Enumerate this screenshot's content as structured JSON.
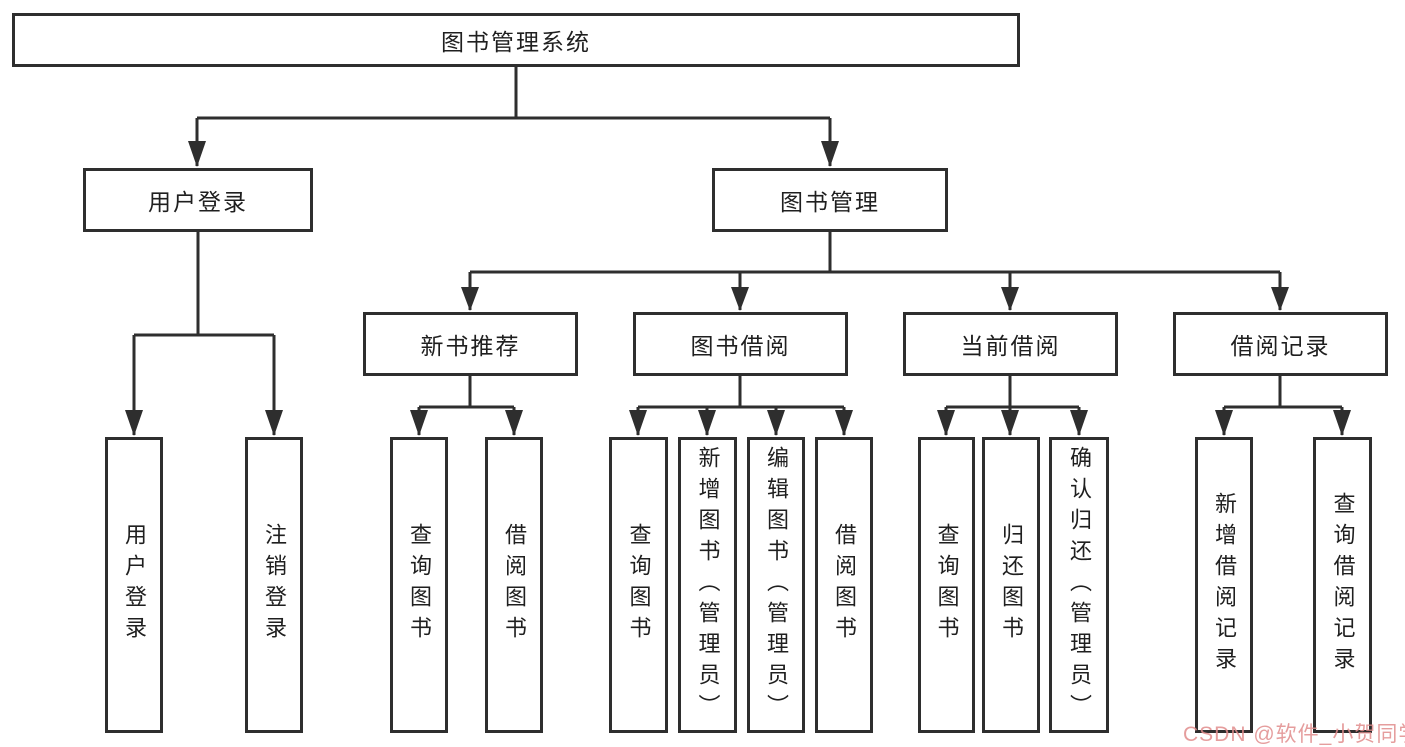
{
  "diagram": {
    "nodes": {
      "root": "图书管理系统",
      "login": "用户登录",
      "book_mgmt": "图书管理",
      "new_book": "新书推荐",
      "book_borrow": "图书借阅",
      "current_borrow": "当前借阅",
      "borrow_record": "借阅记录",
      "user_login": "用户登录",
      "logout": "注销登录",
      "query_book_1": "查询图书",
      "borrow_book_1": "借阅图书",
      "query_book_2": "查询图书",
      "add_book": "新增图书（管理员）",
      "edit_book": "编辑图书（管理员）",
      "borrow_book_2": "借阅图书",
      "query_book_3": "查询图书",
      "return_book": "归还图书",
      "confirm_return": "确认归还（管理员）",
      "add_record": "新增借阅记录",
      "query_record": "查询借阅记录"
    },
    "watermark": "CSDN @软件_小贺同学",
    "colors": {
      "line": "#2e2e2e",
      "text": "#1f1f1f",
      "watermark": "#e08c8c",
      "background": "#ffffff"
    }
  }
}
